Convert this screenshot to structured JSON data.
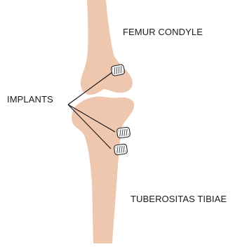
{
  "labels": {
    "femur": "FEMUR CONDYLE",
    "implants": "IMPLANTS",
    "tibia": "TUBEROSITAS TIBIAE"
  },
  "colors": {
    "bone": "#efc7ae",
    "bone_shadow": "#e3b497",
    "implant_fill": "#ffffff",
    "implant_stroke": "#222222",
    "leader_line": "#111111"
  },
  "icons": {
    "implant": "threaded-screw-implant-icon"
  }
}
